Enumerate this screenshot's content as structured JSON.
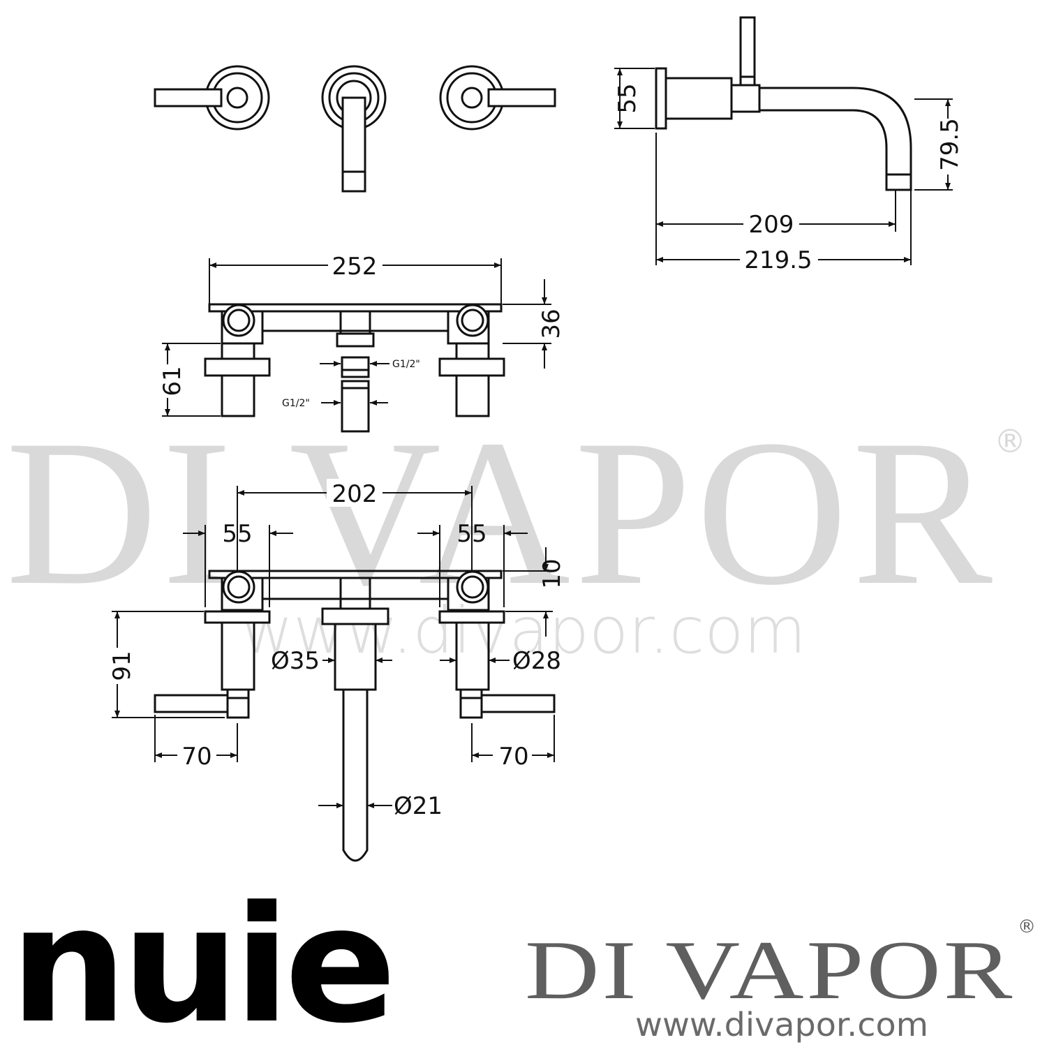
{
  "drawing": {
    "dimensions": {
      "spout_flange": "55",
      "spout_drop": "79.5",
      "spout_proj_inner": "209",
      "spout_proj_outer": "219.5",
      "overall_width": "252",
      "top_height": "36",
      "valve_depth": "61",
      "thread_top": "G1/2\"",
      "thread_bottom": "G1/2\"",
      "centres": "202",
      "left_plate": "55",
      "right_plate": "55",
      "plate_gap": "10",
      "body_height": "91",
      "spout_body_dia": "Ø35",
      "valve_body_dia": "Ø28",
      "left_lever": "70",
      "right_lever": "70",
      "spout_dia": "Ø21"
    }
  },
  "watermark": {
    "brand": "DI VAPOR",
    "registered": "®",
    "url": "www.divapor.com"
  },
  "footer": {
    "nuie_logo": "nuie",
    "brand_logo": "DI VAPOR",
    "brand_registered": "®",
    "brand_url": "www.divapor.com"
  }
}
